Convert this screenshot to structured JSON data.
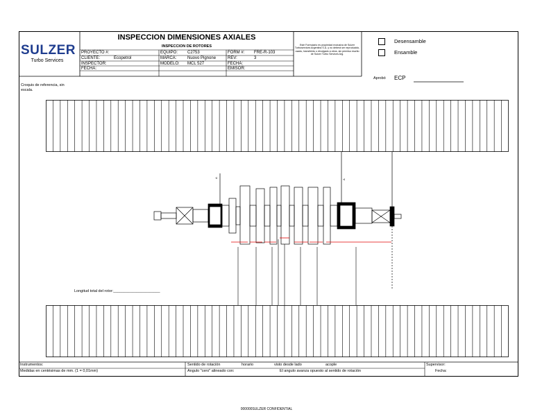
{
  "header": {
    "logo": "SULZER",
    "logo_sub": "Turbo Services",
    "title": "INSPECCION DIMENSIONES AXIALES",
    "subtitle": "INSPECCION DE ROTORES",
    "proyecto_label": "PROYECTO #:",
    "cliente_label": "CLIENTE:",
    "cliente_value": "Ecopetrol",
    "inspector_label": "INSPECTOR:",
    "fecha_label": "FECHA:",
    "equipo_label": "EQUIPO:",
    "equipo_value": "C2753",
    "marca_label": "MARCA:",
    "marca_value": "Nuovo Pignone",
    "modelo_label": "MODELO:",
    "modelo_value": "MCL 527",
    "form_label": "FORM #:",
    "form_value": "FRE-R-103",
    "rev_label": "REV:",
    "rev_value": "3",
    "fecha2_label": "FECHA:",
    "emisor_label": "EMISOR:",
    "legal": "Este Formulario es propiedad exclusiva de Sulzer Turboservices Argentina S.A. y no deberá ser reproducido, usado, transferido o divulgado a otros, sin permiso escrito de Sulzer Turbo Services Arg."
  },
  "options": {
    "desensamble": "Desensamble",
    "ensamble": "Ensamble",
    "aprobo_label": "Aprobó",
    "aprobo_value": "ECP"
  },
  "drawing": {
    "croquis_note": "Croquis de referencia, sin escala.",
    "longitud_label": "Longitud total del rotor:______________________",
    "top_strip_cells": 64,
    "bottom_strip_cells": 64,
    "marker_labels": [
      "A",
      "A"
    ]
  },
  "footer": {
    "instrumentos": "Instrumentos:",
    "medidas": "Medidas en centésimas de mm. (1 = 0,01mm)",
    "sentido_label": "Sentido de rotación",
    "sentido_value": "horario",
    "visto_label": "visto desde lado",
    "visto_value": "acople",
    "angulo_label": "Angulo \"cero\" alineado con:",
    "angulo_note": "El angulo avanza opuesto al sentido de rotación",
    "supervisor_label": "Supervisor:",
    "fecha_label": "Fecha:"
  },
  "confidential": "000000SULZER CONFIDENTIAL",
  "colors": {
    "brand": "#1f3d8f",
    "dimension": "#e00000"
  }
}
